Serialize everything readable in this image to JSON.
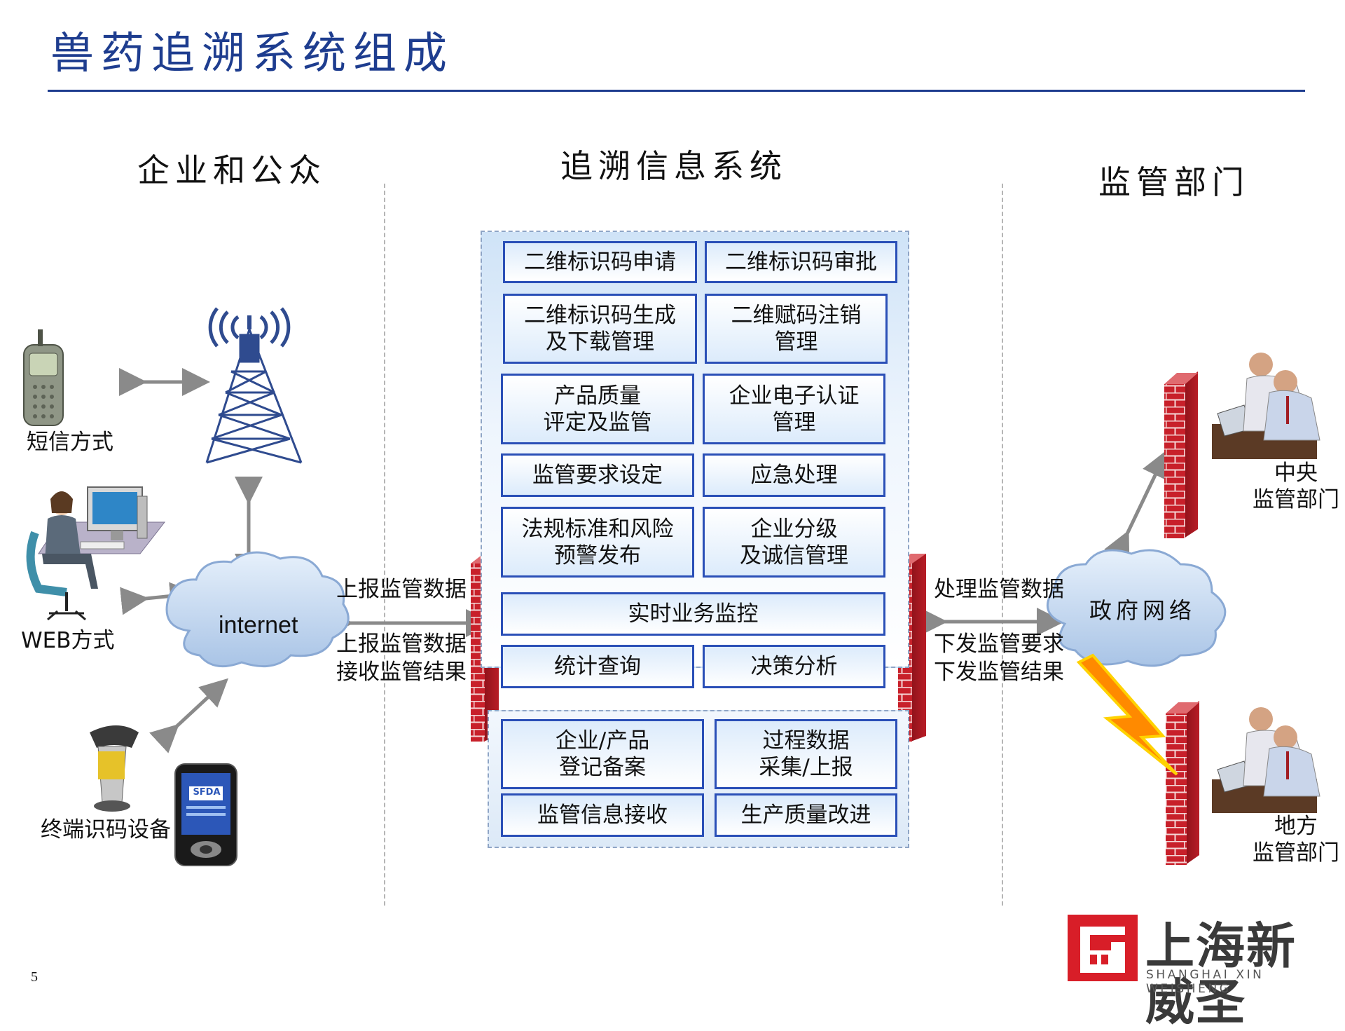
{
  "title": "兽药追溯系统组成",
  "sections": {
    "left": "企业和公众",
    "center": "追溯信息系统",
    "right": "监管部门"
  },
  "left_devices": {
    "sms": "短信方式",
    "web": "WEB方式",
    "terminal": "终端识码设备",
    "cloud": "internet"
  },
  "center_modules": [
    "二维标识码申请",
    "二维标识码审批",
    "二维标识码生成\n及下载管理",
    "二维赋码注销\n管理",
    "产品质量\n评定及监管",
    "企业电子认证\n管理",
    "监管要求设定",
    "应急处理",
    "法规标准和风险\n预警发布",
    "企业分级\n及诚信管理",
    "实时业务监控",
    "统计查询",
    "决策分析"
  ],
  "lower_modules": [
    "企业/产品\n登记备案",
    "过程数据\n采集/上报",
    "监管信息接收",
    "生产质量改进"
  ],
  "left_flow": {
    "top": "上报监管数据",
    "bottom1": "上报监管数据",
    "bottom2": "接收监管结果"
  },
  "right_flow": {
    "top": "处理监管数据",
    "bottom1": "下发监管要求",
    "bottom2": "下发监管结果"
  },
  "right_side": {
    "cloud": "政府网络",
    "central": "中央\n监管部门",
    "local": "地方\n监管部门"
  },
  "phone_screen": {
    "logo": "SFDA"
  },
  "footer": {
    "page": "5",
    "company_cn": "上海新威圣",
    "company_en": "SHANGHAI XIN WEISHENG"
  },
  "colors": {
    "title": "#1e3d8f",
    "module_border": "#2a4fb7",
    "brick": "#c8202a",
    "cloud": "#bcd3ee",
    "brand_red": "#d81e28"
  }
}
